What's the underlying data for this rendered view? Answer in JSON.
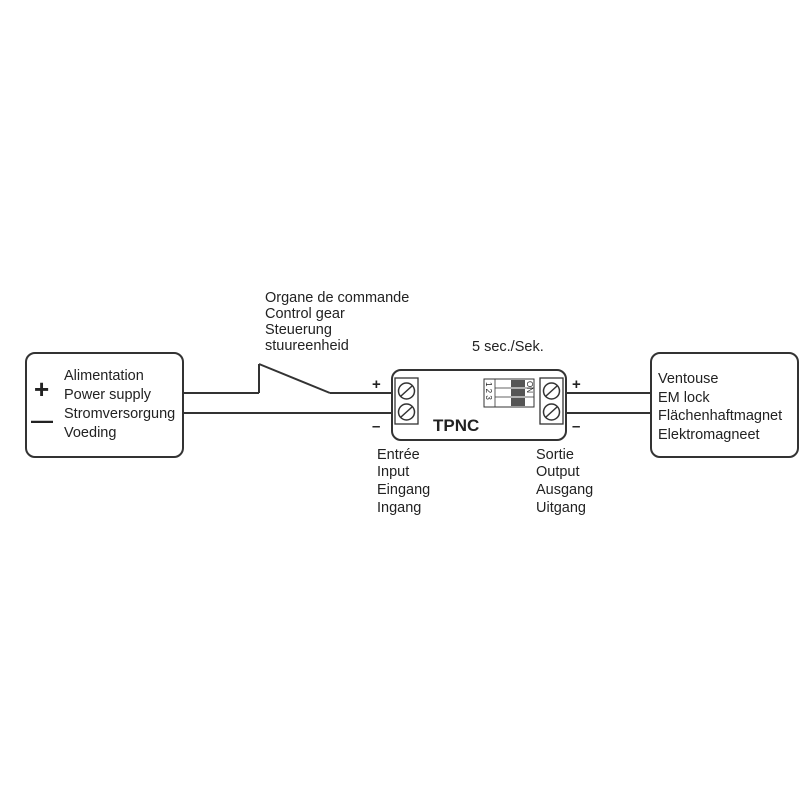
{
  "power_supply": {
    "plus": "+",
    "minus": "—",
    "lines": [
      "Alimentation",
      "Power supply",
      "Stromversorgung",
      "Voeding"
    ]
  },
  "control_gear": {
    "lines": [
      "Organe de commande",
      "Control gear",
      "Steuerung",
      "stuureenheid"
    ]
  },
  "module": {
    "name": "TPNC",
    "timer_label": "5 sec./Sek.",
    "dip_on_label": "ON",
    "dip_numbers": "1 2 3",
    "input_plus": "+",
    "input_minus": "–",
    "output_plus": "+",
    "output_minus": "–",
    "input_lines": [
      "Entrée",
      "Input",
      "Eingang",
      "Ingang"
    ],
    "output_lines": [
      "Sortie",
      "Output",
      "Ausgang",
      "Uitgang"
    ]
  },
  "em_lock": {
    "lines": [
      "Ventouse",
      "EM lock",
      "Flächenhaftmagnet",
      "Elektromagneet"
    ]
  },
  "colors": {
    "stroke": "#333333",
    "text": "#222222",
    "dip_slider": "#555555"
  }
}
